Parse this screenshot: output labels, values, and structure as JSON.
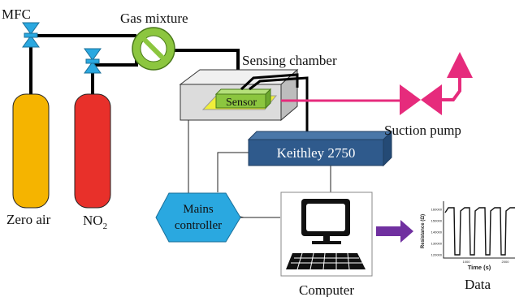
{
  "labels": {
    "mfc": "MFC",
    "gas_mixture": "Gas mixture",
    "sensing_chamber": "Sensing chamber",
    "sensor": "Sensor",
    "suction_pump": "Suction pump",
    "keithley": "Keithley 2750",
    "mains_line1": "Mains",
    "mains_line2": "controller",
    "computer": "Computer",
    "data": "Data",
    "zero_air": "Zero air",
    "no2_main": "NO",
    "no2_sub": "2"
  },
  "data_plot": {
    "ylabel": "Resistance (Ω)",
    "xlabel": "Time (s)",
    "yticks": [
      "160000",
      "150000",
      "140000",
      "130000",
      "120000"
    ],
    "xticks": [
      "1000",
      "2000"
    ]
  },
  "colors": {
    "zero_air_tank": "#f5b400",
    "no2_tank": "#e8302a",
    "valve": "#2aa8e0",
    "gas_mixer": "#8cc63f",
    "chamber": "#dcdcdc",
    "sensor_base": "#f0ee3a",
    "sensor_chip": "#8cc63f",
    "pump": "#e62b7c",
    "keithley": "#2f5a8c",
    "mains": "#2aa8e0",
    "arrow": "#7030a0"
  }
}
